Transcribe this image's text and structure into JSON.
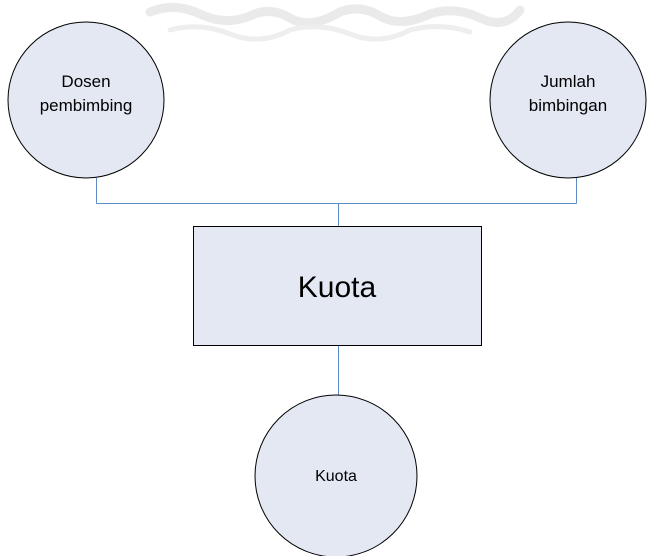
{
  "diagram": {
    "nodes": {
      "input_left": {
        "lines": [
          "Dosen",
          "pembimbing"
        ]
      },
      "input_right": {
        "lines": [
          "Jumlah",
          "bimbingan"
        ]
      },
      "process": {
        "label": "Kuota"
      },
      "output": {
        "label": "Kuota"
      }
    },
    "colors": {
      "node_fill": "#e4e8f3",
      "node_stroke": "#000000",
      "connector": "#5b8cc7",
      "watermark": "#ececec"
    }
  }
}
